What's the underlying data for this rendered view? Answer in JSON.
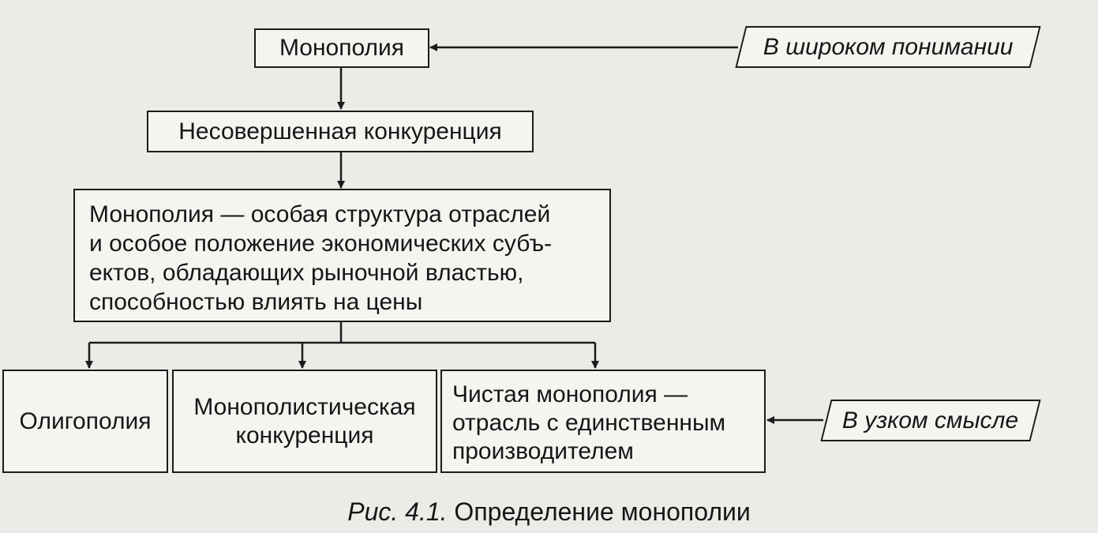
{
  "diagram": {
    "monopoly": "Монополия",
    "broad_sense": "В широком понимании",
    "imperfect_competition": "Несовершенная конкуренция",
    "definition_lines": [
      "Монополия — особая структура отраслей",
      "и особое положение экономических субъ-",
      "ектов, обладающих рыночной властью,",
      "способностью влиять на цены"
    ],
    "oligopoly": "Олигополия",
    "monopolistic_competition_lines": [
      "Монополистическая",
      "конкуренция"
    ],
    "pure_monopoly_lines": [
      "Чистая монополия —",
      "отрасль с единственным",
      "производителем"
    ],
    "narrow_sense": "В узком смысле"
  },
  "caption": {
    "number": "Рис. 4.1.",
    "title": "Определение монополии"
  }
}
